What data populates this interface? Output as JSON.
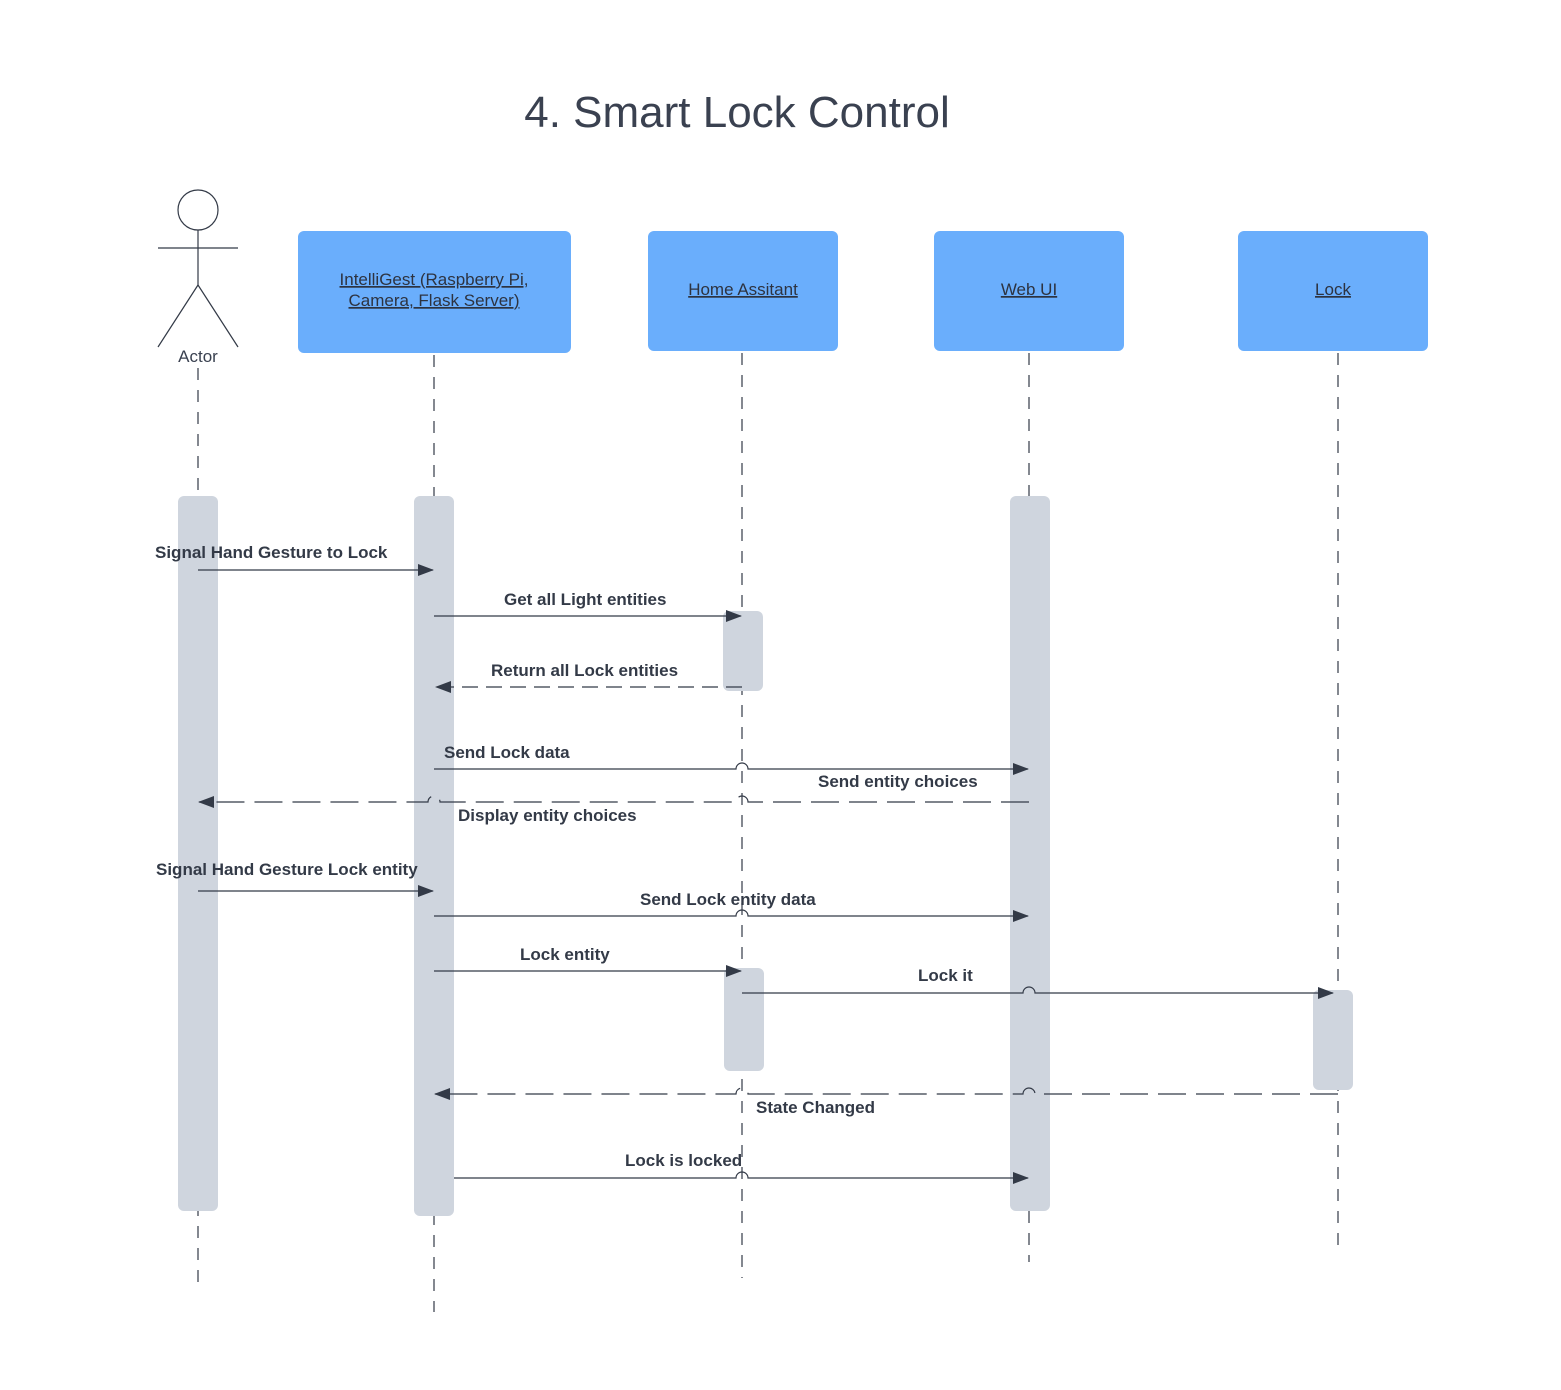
{
  "diagram": {
    "title": "4. Smart Lock Control",
    "colors": {
      "participant_fill": "#6aaefc",
      "activation_fill": "#cfd5de",
      "line": "#333a47",
      "text": "#333a47"
    },
    "actor": {
      "label": "Actor",
      "icon": "stick-figure-icon"
    },
    "participants": [
      {
        "id": "intelligest",
        "lines": [
          "IntelliGest (Raspberry Pi,",
          "Camera, Flask Server)"
        ]
      },
      {
        "id": "home_assistant",
        "lines": [
          "Home Assitant"
        ]
      },
      {
        "id": "web_ui",
        "lines": [
          "Web UI"
        ]
      },
      {
        "id": "lock",
        "lines": [
          "Lock"
        ]
      }
    ],
    "messages": [
      {
        "from": "actor",
        "to": "intelligest",
        "label": "Signal Hand Gesture to Lock",
        "style": "solid"
      },
      {
        "from": "intelligest",
        "to": "home_assistant",
        "label": "Get all Light entities",
        "style": "solid"
      },
      {
        "from": "home_assistant",
        "to": "intelligest",
        "label": "Return all Lock entities",
        "style": "dashed"
      },
      {
        "from": "intelligest",
        "to": "web_ui",
        "label": "Send Lock data",
        "style": "solid"
      },
      {
        "from": "web_ui",
        "to": "actor",
        "label": "Send entity choices",
        "style": "dashed"
      },
      {
        "from": "web_ui",
        "to": "actor",
        "label": "Display entity choices",
        "style": "dashed"
      },
      {
        "from": "actor",
        "to": "intelligest",
        "label": "Signal Hand Gesture Lock entity",
        "style": "solid"
      },
      {
        "from": "intelligest",
        "to": "web_ui",
        "label": "Send Lock entity data",
        "style": "solid"
      },
      {
        "from": "intelligest",
        "to": "home_assistant",
        "label": "Lock entity",
        "style": "solid"
      },
      {
        "from": "home_assistant",
        "to": "lock",
        "label": "Lock it",
        "style": "solid"
      },
      {
        "from": "lock",
        "to": "intelligest",
        "label": "State Changed",
        "style": "dashed"
      },
      {
        "from": "intelligest",
        "to": "web_ui",
        "label": "Lock is locked",
        "style": "solid"
      }
    ]
  }
}
